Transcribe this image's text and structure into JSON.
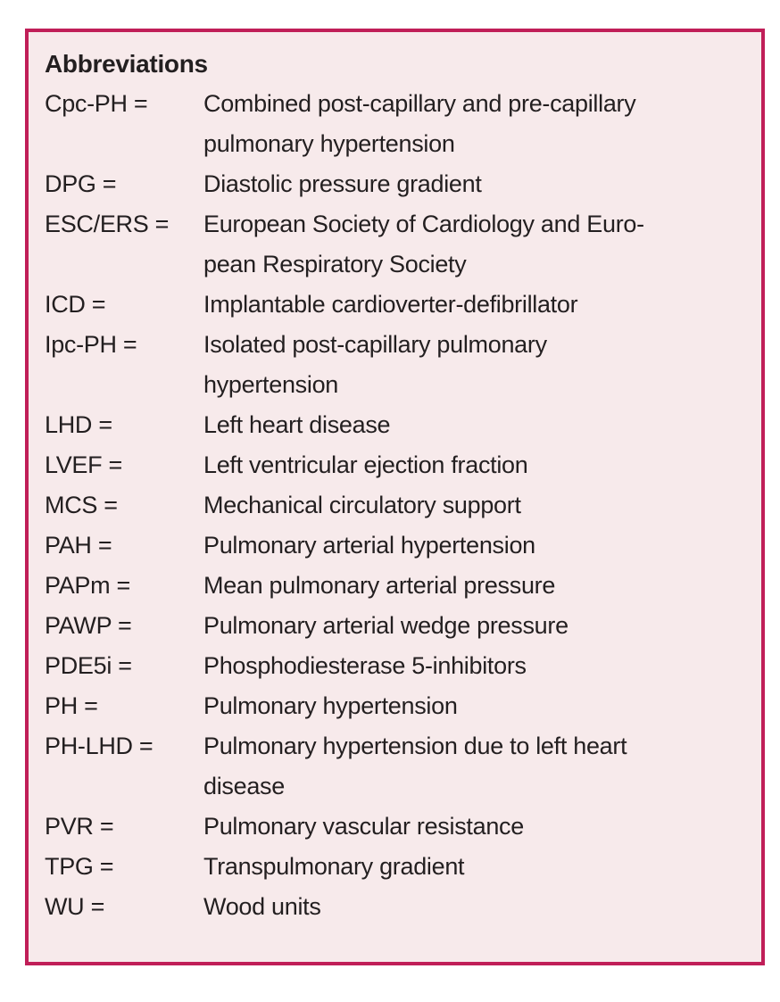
{
  "panel": {
    "title": "Abbreviations",
    "colors": {
      "border": "#c01e58",
      "background": "#f7eaeb",
      "text": "#231f20"
    },
    "entries": [
      {
        "abbr": "Cpc-PH =",
        "definition": "Combined post-capillary and pre-capillary\npulmonary hypertension"
      },
      {
        "abbr": "DPG =",
        "definition": "Diastolic pressure gradient"
      },
      {
        "abbr": "ESC/ERS =",
        "definition": "European Society of Cardiology and Euro-\npean Respiratory Society"
      },
      {
        "abbr": "ICD =",
        "definition": "Implantable cardioverter-defibrillator"
      },
      {
        "abbr": "Ipc-PH =",
        "definition": "Isolated post-capillary pulmonary\nhypertension"
      },
      {
        "abbr": "LHD =",
        "definition": "Left heart disease"
      },
      {
        "abbr": "LVEF =",
        "definition": "Left ventricular ejection fraction"
      },
      {
        "abbr": "MCS =",
        "definition": "Mechanical circulatory support"
      },
      {
        "abbr": "PAH =",
        "definition": "Pulmonary arterial hypertension"
      },
      {
        "abbr": "PAPm =",
        "definition": "Mean pulmonary arterial pressure"
      },
      {
        "abbr": "PAWP =",
        "definition": "Pulmonary arterial wedge pressure"
      },
      {
        "abbr": "PDE5i =",
        "definition": "Phosphodiesterase 5-inhibitors"
      },
      {
        "abbr": "PH =",
        "definition": "Pulmonary hypertension"
      },
      {
        "abbr": "PH-LHD =",
        "definition": "Pulmonary hypertension due to left heart\ndisease"
      },
      {
        "abbr": "PVR =",
        "definition": "Pulmonary vascular resistance"
      },
      {
        "abbr": "TPG =",
        "definition": "Transpulmonary gradient"
      },
      {
        "abbr": "WU =",
        "definition": "Wood units"
      }
    ]
  }
}
